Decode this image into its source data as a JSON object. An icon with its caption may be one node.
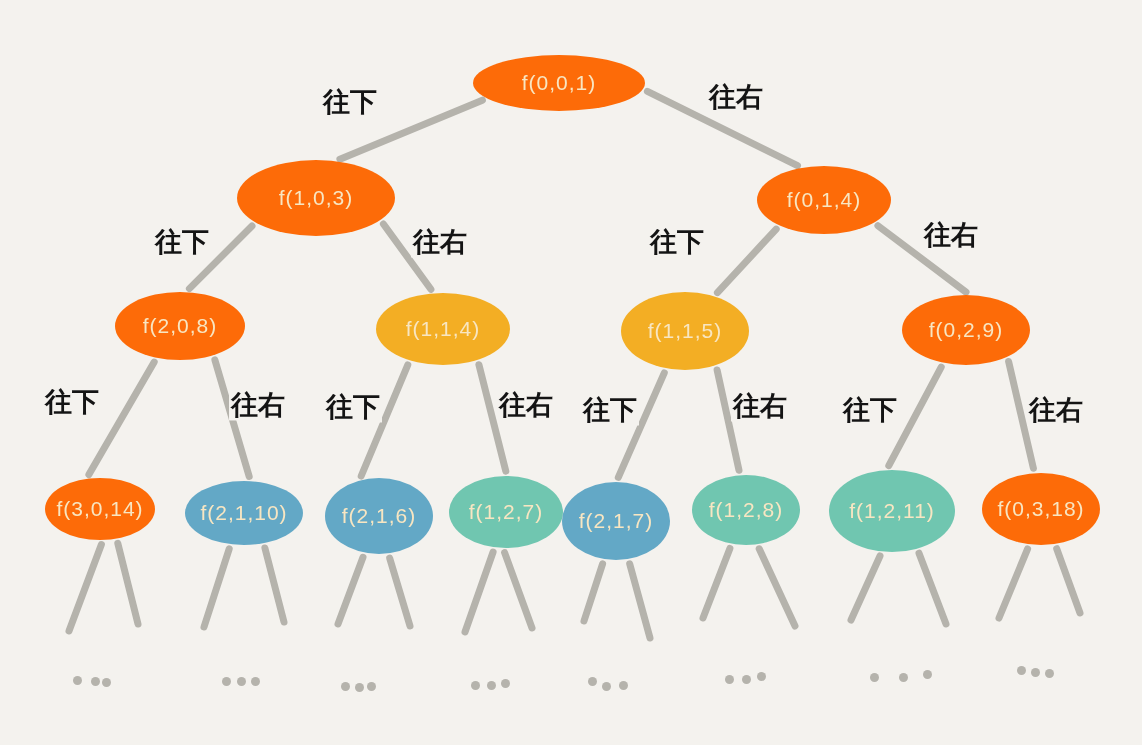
{
  "diagram": {
    "nodes": [
      {
        "text": [
          "f(0,0,1)"
        ]
      },
      {
        "text": [
          "f(1,0,3)"
        ]
      },
      {
        "text": [
          "f(0,1,4)"
        ]
      },
      {
        "text": [
          "f(2,0,8)"
        ]
      },
      {
        "text": [
          "f(1,1,4)"
        ]
      },
      {
        "text": [
          "f(1,1,5)"
        ]
      },
      {
        "text": [
          "f(0,2,9)"
        ]
      },
      {
        "text": [
          "f(3,0,14)"
        ]
      },
      {
        "text": [
          "f(2,1,10)"
        ]
      },
      {
        "text": [
          "f(2,1,6)"
        ]
      },
      {
        "text": [
          "f(1,2,7)"
        ]
      },
      {
        "text": [
          "f(2,1,7)"
        ]
      },
      {
        "text": [
          "f(1,2,8)"
        ]
      },
      {
        "text": [
          "f(1,2,11)"
        ]
      },
      {
        "text": [
          "f(0,3,18)"
        ]
      }
    ],
    "edges": [
      {
        "from": 0,
        "to": 1,
        "arrow": "none",
        "label": "往下"
      },
      {
        "from": 0,
        "to": 2,
        "arrow": "none",
        "label": "往右"
      },
      {
        "from": 1,
        "to": 3,
        "arrow": "none",
        "label": "往下"
      },
      {
        "from": 1,
        "to": 4,
        "arrow": "none",
        "label": "往右"
      },
      {
        "from": 2,
        "to": 5,
        "arrow": "none",
        "label": "往下"
      },
      {
        "from": 2,
        "to": 6,
        "arrow": "none",
        "label": "往右"
      },
      {
        "from": 3,
        "to": 7,
        "arrow": "none",
        "label": "往下"
      },
      {
        "from": 3,
        "to": 8,
        "arrow": "none",
        "label": "往右"
      },
      {
        "from": 4,
        "to": 9,
        "arrow": "none",
        "label": "往下"
      },
      {
        "from": 4,
        "to": 10,
        "arrow": "none",
        "label": "往右"
      },
      {
        "from": 5,
        "to": 11,
        "arrow": "none",
        "label": "往下"
      },
      {
        "from": 5,
        "to": 12,
        "arrow": "none",
        "label": "往右"
      },
      {
        "from": 6,
        "to": 13,
        "arrow": "none",
        "label": "往下"
      },
      {
        "from": 6,
        "to": 14,
        "arrow": "none",
        "label": "往右"
      },
      {
        "from": 7,
        "to": null,
        "arrow": "none"
      },
      {
        "from": 7,
        "to": null,
        "arrow": "none"
      },
      {
        "from": 8,
        "to": null,
        "arrow": "none"
      },
      {
        "from": 8,
        "to": null,
        "arrow": "none"
      },
      {
        "from": 9,
        "to": null,
        "arrow": "none"
      },
      {
        "from": 9,
        "to": null,
        "arrow": "none"
      },
      {
        "from": 10,
        "to": null,
        "arrow": "none"
      },
      {
        "from": 10,
        "to": null,
        "arrow": "none"
      },
      {
        "from": 11,
        "to": null,
        "arrow": "none"
      },
      {
        "from": 11,
        "to": null,
        "arrow": "none"
      },
      {
        "from": 12,
        "to": null,
        "arrow": "none"
      },
      {
        "from": 12,
        "to": null,
        "arrow": "none"
      },
      {
        "from": 13,
        "to": null,
        "arrow": "none"
      },
      {
        "from": 13,
        "to": null,
        "arrow": "none"
      },
      {
        "from": 14,
        "to": null,
        "arrow": "none"
      },
      {
        "from": 14,
        "to": null,
        "arrow": "none"
      }
    ]
  }
}
